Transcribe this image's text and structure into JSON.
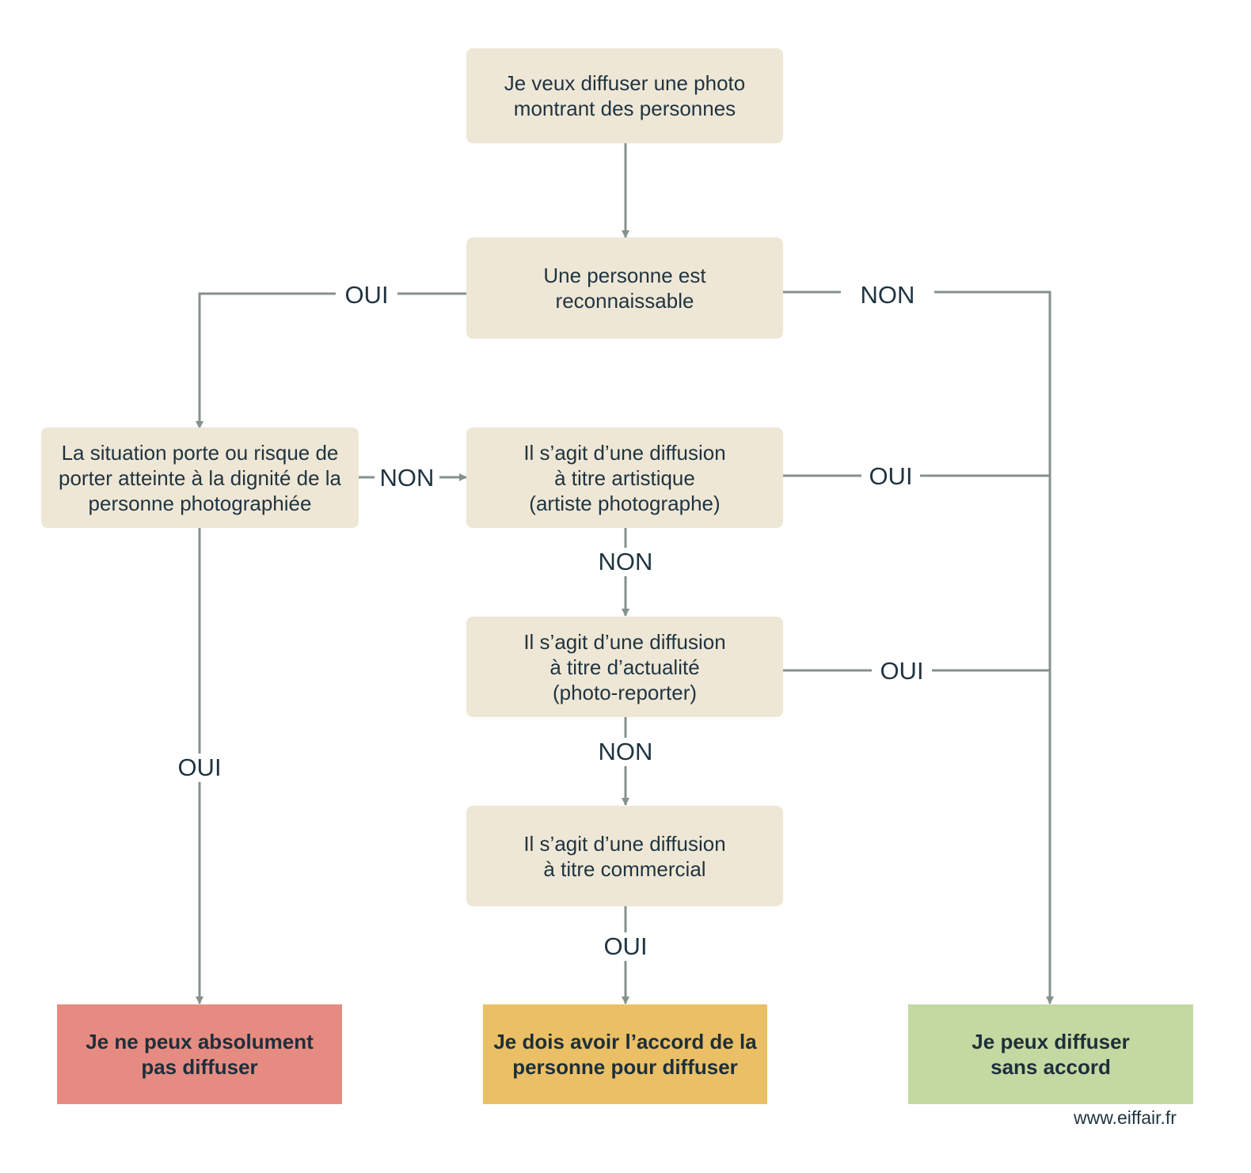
{
  "nodes": {
    "start": "Je veux diffuser une photo\nmontrant des personnes",
    "reconnaissable": "Une personne est\nreconnaissable",
    "dignite": "La situation porte ou risque de\nporter atteinte à la dignité de la\npersonne photographiée",
    "artistique": "Il s’agit d’une diffusion\nà titre artistique\n(artiste photographe)",
    "actualite": "Il s’agit d’une diffusion\nà titre d’actualité\n(photo-reporter)",
    "commercial": "Il s’agit d’une diffusion\nà titre commercial"
  },
  "results": {
    "interdit": {
      "text": "Je ne peux absolument\npas diffuser",
      "color": "#e68b82"
    },
    "accord": {
      "text": "Je dois avoir l’accord de la\npersonne pour diffuser",
      "color": "#eabf66"
    },
    "libre": {
      "text": "Je peux diffuser\nsans accord",
      "color": "#c4d8a2"
    }
  },
  "labels": {
    "reco_oui": "OUI",
    "reco_non": "NON",
    "dignite_non": "NON",
    "dignite_oui": "OUI",
    "artistique_oui": "OUI",
    "artistique_non": "NON",
    "actualite_oui": "OUI",
    "actualite_non": "NON",
    "commercial_oui": "OUI"
  },
  "footer": {
    "website": "www.eiffair.fr"
  },
  "colors": {
    "box": "#efe7d6",
    "connector": "#84918f",
    "text": "#1f3440"
  }
}
